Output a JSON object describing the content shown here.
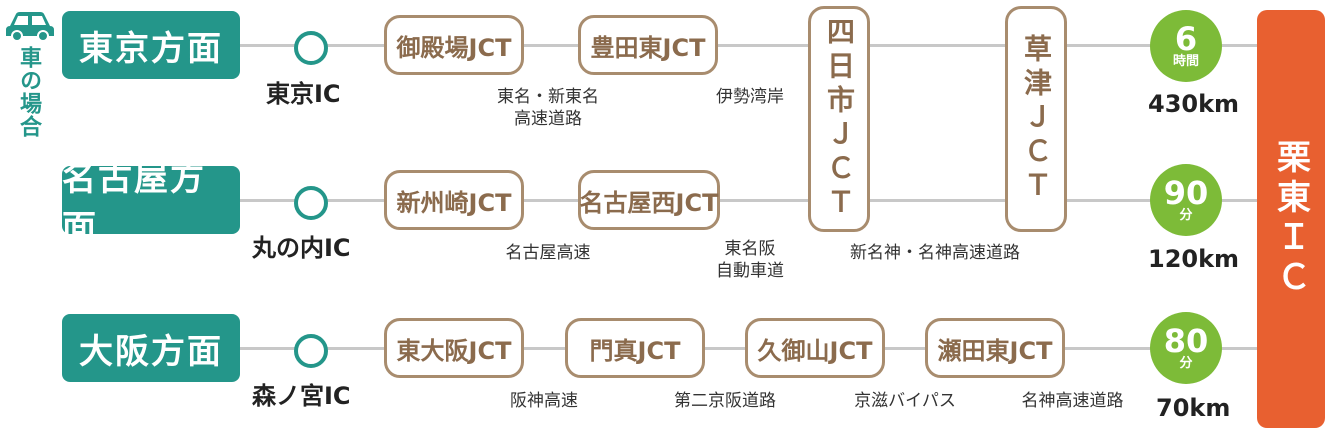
{
  "mode": {
    "label": "車の場合",
    "icon": "car-icon"
  },
  "destination": "栗東ＩＣ",
  "routes": {
    "tokyo": {
      "direction": "東京方面",
      "ic": "東京IC",
      "jct1": "御殿場JCT",
      "jct2": "豊田東JCT",
      "road1": "東名・新東名\n高速道路",
      "road2": "伊勢湾岸",
      "time_num": "6",
      "time_unit": "時間",
      "distance": "430km"
    },
    "nagoya": {
      "direction": "名古屋方面",
      "ic": "丸の内IC",
      "jct1": "新州崎JCT",
      "jct2": "名古屋西JCT",
      "road1": "名古屋高速",
      "road2": "東名阪\n自動車道",
      "time_num": "90",
      "time_unit": "分",
      "distance": "120km"
    },
    "osaka": {
      "direction": "大阪方面",
      "ic": "森ノ宮IC",
      "jct1": "東大阪JCT",
      "jct2": "門真JCT",
      "jct3": "久御山JCT",
      "jct4": "瀬田東JCT",
      "road1": "阪神高速",
      "road2": "第二京阪道路",
      "road3": "京滋バイパス",
      "road4": "名神高速道路",
      "time_num": "80",
      "time_unit": "分",
      "distance": "70km"
    }
  },
  "shared": {
    "jct_yokkaichi": "四日市ＪＣＴ",
    "jct_kusatsu": "草津ＪＣＴ",
    "road": "新名神・名神高速道路"
  },
  "colors": {
    "teal": "#24968a",
    "brown": "#a88c6e",
    "green": "#7dbb38",
    "orange": "#e86030"
  }
}
